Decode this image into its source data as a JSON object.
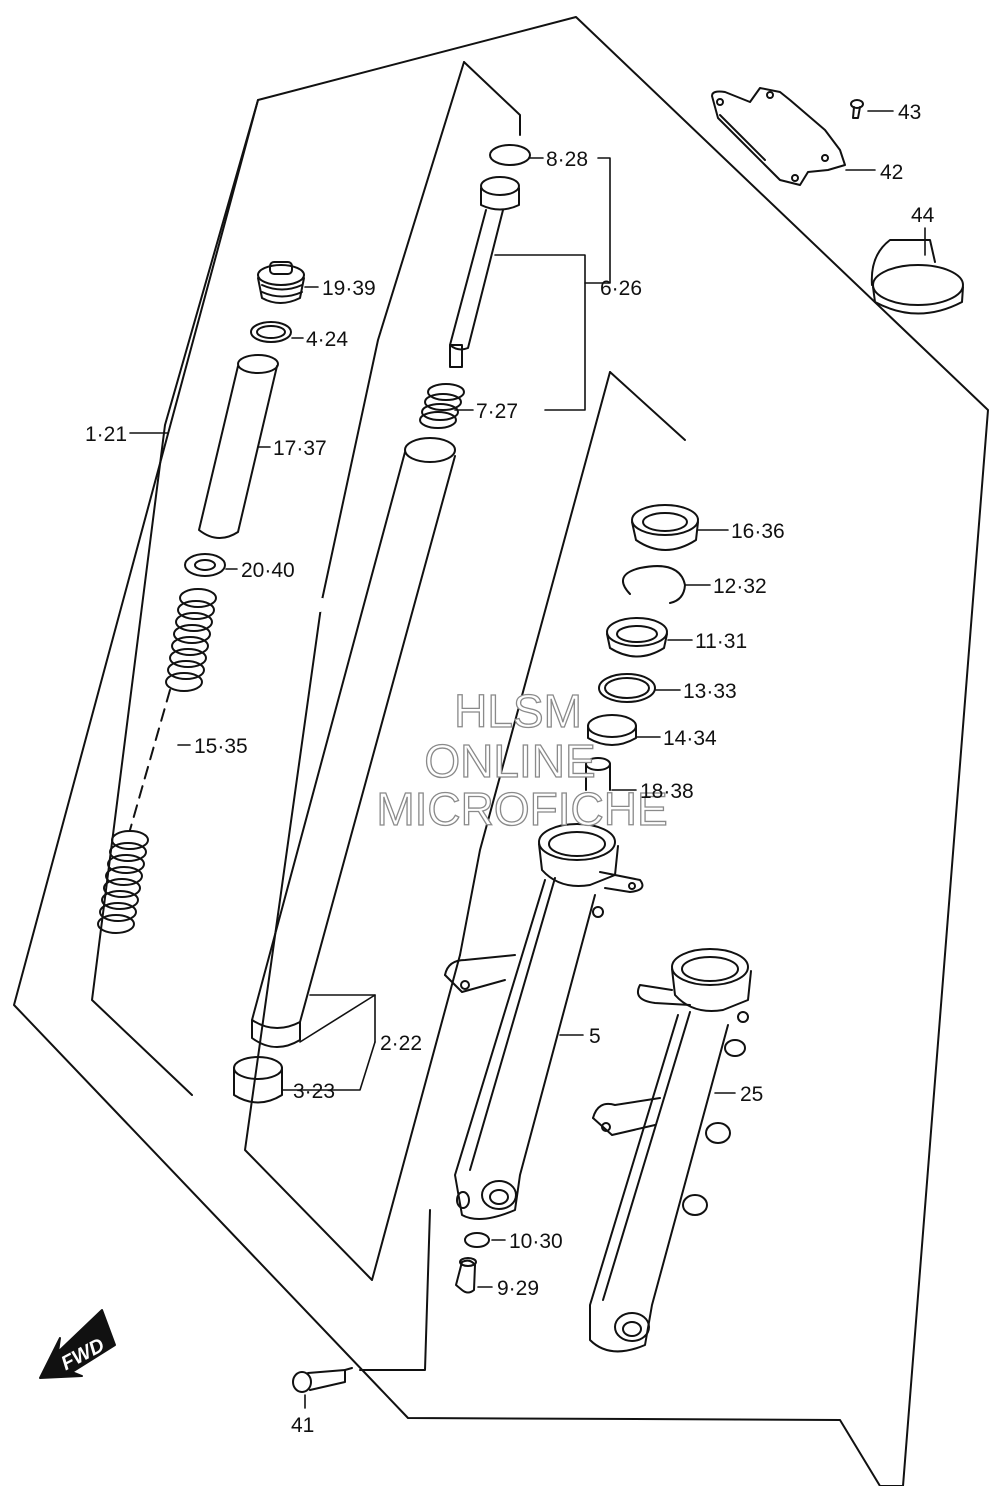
{
  "labels": {
    "p1_21": "1·21",
    "p2_22": "2·22",
    "p3_23": "3·23",
    "p4_24": "4·24",
    "p5": "5",
    "p6_26": "6·26",
    "p7_27": "7·27",
    "p8_28": "8·28",
    "p9_29": "9·29",
    "p10_30": "10·30",
    "p11_31": "11·31",
    "p12_32": "12·32",
    "p13_33": "13·33",
    "p14_34": "14·34",
    "p15_35": "15·35",
    "p16_36": "16·36",
    "p17_37": "17·37",
    "p18_38": "18·38",
    "p19_39": "19·39",
    "p20_40": "20·40",
    "p25": "25",
    "p41": "41",
    "p42": "42",
    "p43": "43",
    "p44": "44"
  },
  "watermark": {
    "line1": "HLSM",
    "line2": "ONLINE",
    "line3": "MICROFICHE"
  },
  "fwd_label": "FWD"
}
